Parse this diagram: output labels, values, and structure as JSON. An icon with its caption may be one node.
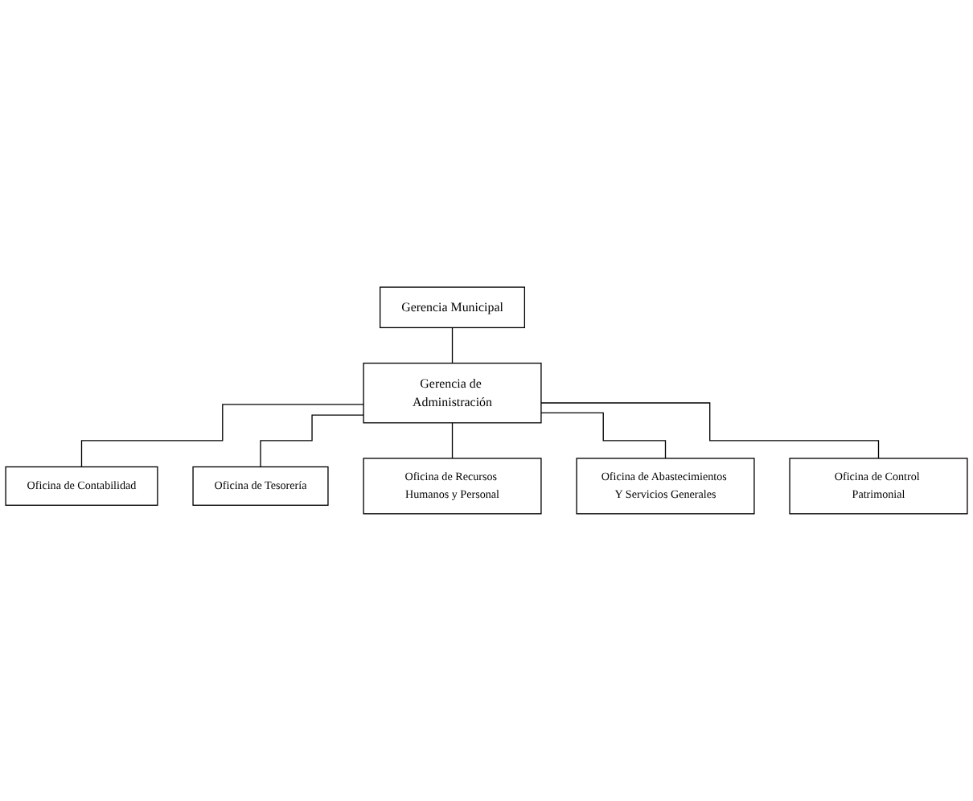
{
  "diagram": {
    "nodes": [
      {
        "text": [
          "Gerencia Municipal"
        ]
      },
      {
        "text": [
          "Gerencia de Administración"
        ]
      },
      {
        "text": [
          "Oficina de Contabilidad"
        ]
      },
      {
        "text": [
          "Oficina de Tesorería"
        ]
      },
      {
        "text": [
          "Oficina de Recursos Humanos y Personal"
        ]
      },
      {
        "text": [
          "Oficina de Abastecimientos Y Servicios Generales"
        ]
      },
      {
        "text": [
          "Oficina de Control Patrimonial"
        ]
      }
    ],
    "edges": [
      {
        "from": 0,
        "to": 1,
        "arrow": "none"
      },
      {
        "from": 1,
        "to": 2,
        "arrow": "none"
      },
      {
        "from": 1,
        "to": 3,
        "arrow": "none"
      },
      {
        "from": 1,
        "to": 4,
        "arrow": "none"
      },
      {
        "from": 1,
        "to": 5,
        "arrow": "none"
      },
      {
        "from": 1,
        "to": 6,
        "arrow": "none"
      }
    ]
  }
}
